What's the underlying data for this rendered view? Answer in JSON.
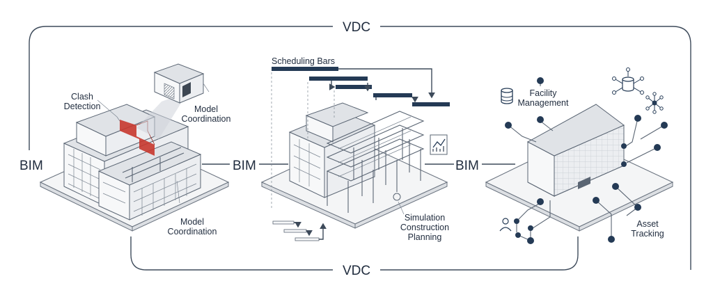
{
  "labels": {
    "vdc_top": "VDC",
    "vdc_bottom": "VDC",
    "bim_left": "BIM",
    "bim_mid1": "BIM",
    "bim_mid2": "BIM",
    "clash_line1": "Clash",
    "clash_line2": "Detection",
    "model_coord_top_line1": "Model",
    "model_coord_top_line2": "Coordination",
    "model_coord_bottom_line1": "Model",
    "model_coord_bottom_line2": "Coordination",
    "scheduling_bars": "Scheduling Bars",
    "simulation_line1": "Simulation",
    "simulation_line2": "Construction",
    "simulation_line3": "Planning",
    "facility_line1": "Facility",
    "facility_line2": "Management",
    "asset_line1": "Asset",
    "asset_line2": "Tracking"
  },
  "colors": {
    "ink": "#1f2b3d",
    "line": "#5a6573",
    "node": "#243a55",
    "clash": "#c8372d"
  },
  "icons": [
    "database-icon",
    "network-hub-icon",
    "trend-chart-icon",
    "person-icon",
    "sensor-icon"
  ]
}
